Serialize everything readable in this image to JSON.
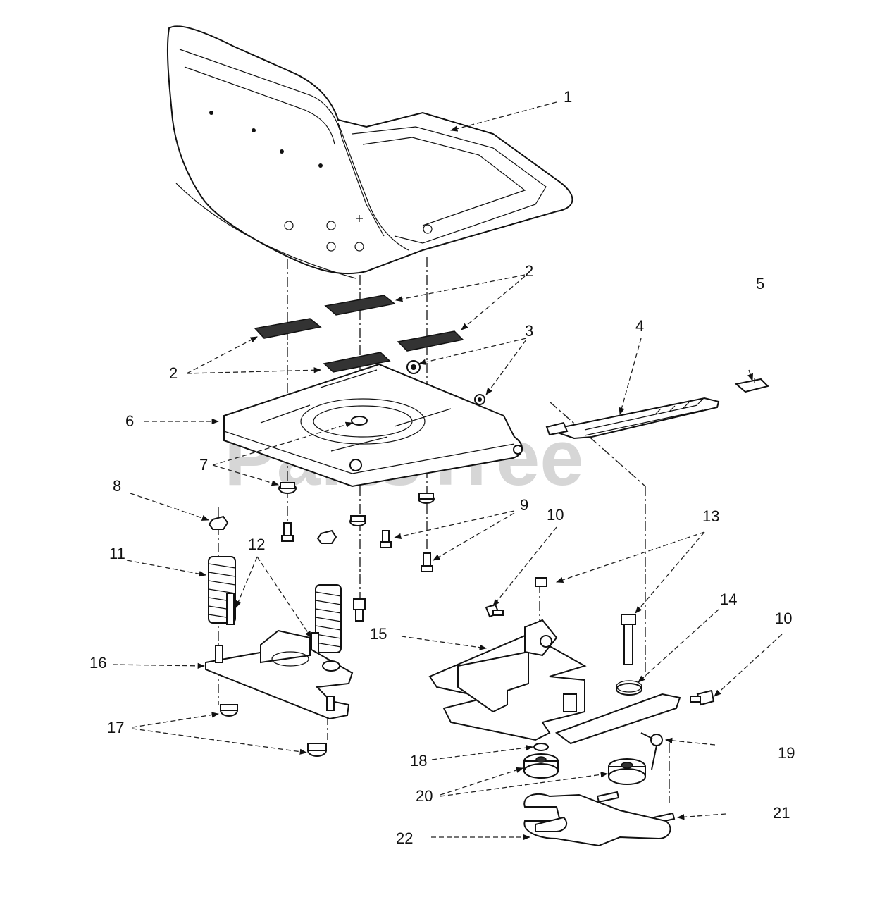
{
  "watermark": "PartsTree",
  "callouts": [
    "1",
    "2",
    "2",
    "2",
    "3",
    "4",
    "5",
    "6",
    "7",
    "8",
    "9",
    "10",
    "10",
    "11",
    "12",
    "13",
    "14",
    "15",
    "16",
    "17",
    "18",
    "19",
    "20",
    "21",
    "22"
  ]
}
